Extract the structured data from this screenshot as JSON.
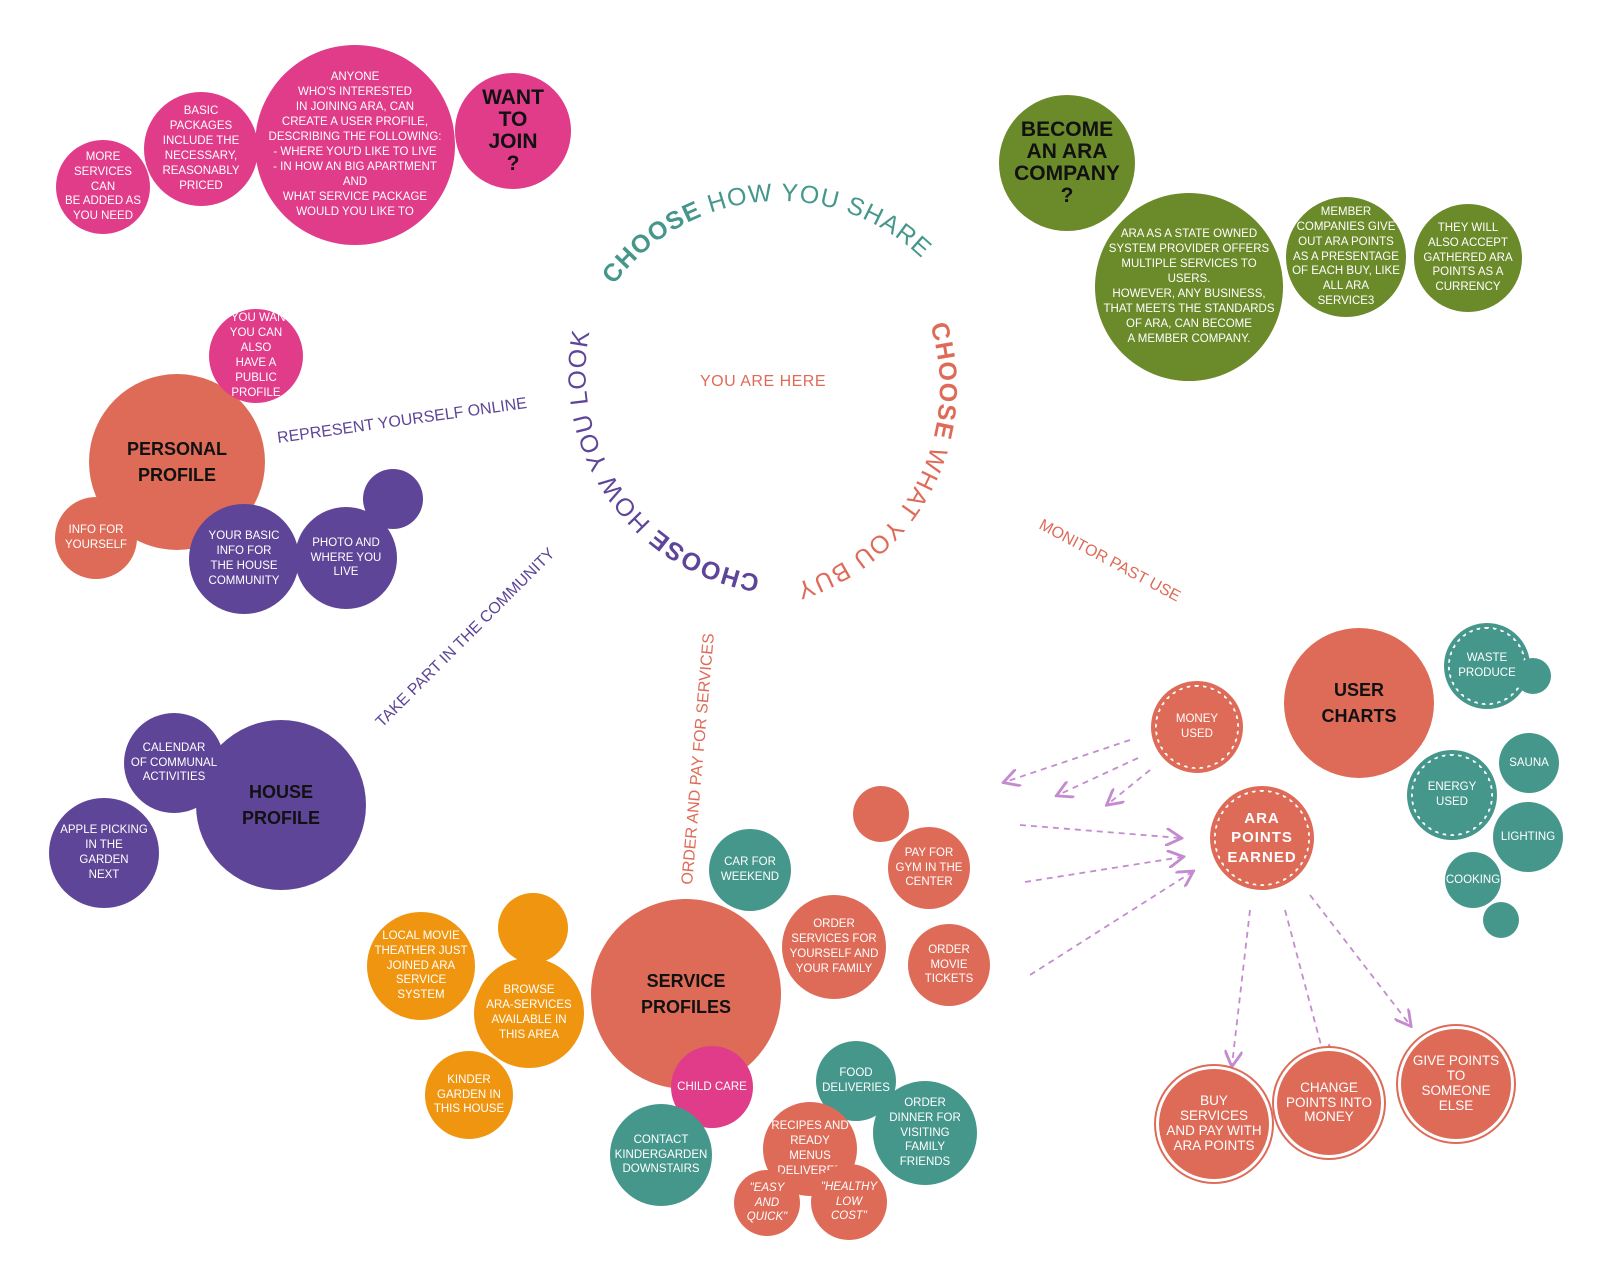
{
  "center": {
    "you_are_here": "YOU ARE HERE",
    "arc_share": {
      "bold": "CHOOSE",
      "rest": " HOW YOU SHARE"
    },
    "arc_buy": {
      "bold": "CHOOSE",
      "rest": " WHAT YOU BUY"
    },
    "arc_look": {
      "bold": "CHOOSE",
      "rest": " HOW YOU LOOK"
    }
  },
  "connectors": {
    "represent": "REPRESENT YOURSELF ONLINE",
    "community": "TAKE PART IN THE COMMUNITY",
    "order": "ORDER AND PAY FOR SERVICES",
    "monitor": "MONITOR PAST USE"
  },
  "join": {
    "title": "WANT\nTO\nJOIN\n?",
    "anyone": "ANYONE\nWHO'S INTERESTED\nIN JOINING ARA, CAN\nCREATE A USER PROFILE,\nDESCRIBING THE FOLLOWING:\n- WHERE YOU'D LIKE TO LIVE\n- IN HOW AN BIG APARTMENT\nAND\nWHAT SERVICE PACKAGE\nWOULD YOU LIKE TO",
    "basic": "BASIC\nPACKAGES\nINCLUDE THE\nNECESSARY,\nREASONABLY\nPRICED",
    "more": "MORE\nSERVICES CAN\nBE ADDED AS\nYOU NEED"
  },
  "company": {
    "title": "BECOME\nAN ARA\nCOMPANY\n?",
    "state": "ARA AS A STATE OWNED\nSYSTEM PROVIDER OFFERS\nMULTIPLE SERVICES TO USERS.\nHOWEVER, ANY BUSINESS,\nTHAT MEETS THE STANDARDS\nOF ARA, CAN BECOME\nA MEMBER COMPANY.",
    "member": "MEMBER\nCOMPANIES GIVE\nOUT ARA POINTS\nAS A PRESENTAGE\nOF EACH BUY, LIKE\nALL ARA\nSERVICE3",
    "accept": "THEY WILL\nALSO ACCEPT\nGATHERED ARA\nPOINTS AS A\nCURRENCY"
  },
  "personal": {
    "title": "PERSONAL\nPROFILE",
    "public": "IF YOU WANT,\nYOU CAN ALSO\nHAVE A PUBLIC\nPROFILE",
    "info": "INFO FOR\nYOURSELF",
    "basic_info": "YOUR BASIC\nINFO FOR\nTHE HOUSE\nCOMMUNITY",
    "photo": "PHOTO AND\nWHERE YOU\nLIVE"
  },
  "house": {
    "title": "HOUSE\nPROFILE",
    "calendar": "CALENDAR\nOF COMMUNAL\nACTIVITIES",
    "apple": "APPLE PICKING\nIN THE\nGARDEN\nNEXT"
  },
  "service": {
    "title": "SERVICE\nPROFILES",
    "car": "CAR FOR\nWEEKEND",
    "gym": "PAY FOR\nGYM IN THE\nCENTER",
    "order_services": "ORDER\nSERVICES FOR\nYOURSELF AND\nYOUR FAMILY",
    "movie_tickets": "ORDER\nMOVIE\nTICKETS",
    "local_movie": "LOCAL MOVIE\nTHEATHER JUST\nJOINED ARA\nSERVICE\nSYSTEM",
    "browse": "BROWSE\nARA-SERVICES\nAVAILABLE IN\nTHIS AREA",
    "kinder": "KINDER\nGARDEN IN\nTHIS HOUSE",
    "child": "CHILD CARE",
    "contact": "CONTACT\nKINDERGARDEN\nDOWNSTAIRS",
    "food": "FOOD\nDELIVERIES",
    "dinner": "ORDER\nDINNER FOR\nVISITING\nFAMILY\nFRIENDS",
    "recipes": "RECIPES AND\nREADY MENUS\nDELIVERED",
    "easy": "\"EASY\nAND\nQUICK\"",
    "healthy": "\"HEALTHY\nLOW COST\""
  },
  "charts": {
    "title": "USER\nCHARTS",
    "money": "MONEY\nUSED",
    "points": "ARA\nPOINTS\nEARNED",
    "waste": "WASTE\nPRODUCE",
    "sauna": "SAUNA",
    "energy": "ENERGY\nUSED",
    "lighting": "LIGHTING",
    "cooking": "COOKING",
    "buy": "BUY SERVICES\nAND PAY WITH\nARA POINTS",
    "change": "CHANGE\nPOINTS INTO\nMONEY",
    "give": "GIVE POINTS\nTO\nSOMEONE\nELSE"
  },
  "colors": {
    "pink": "#e03c8a",
    "green": "#6b8a2a",
    "coral": "#de6b58",
    "purple": "#5e4598",
    "orange": "#f0950f",
    "teal": "#45978c",
    "arrow": "#c58bd0"
  }
}
